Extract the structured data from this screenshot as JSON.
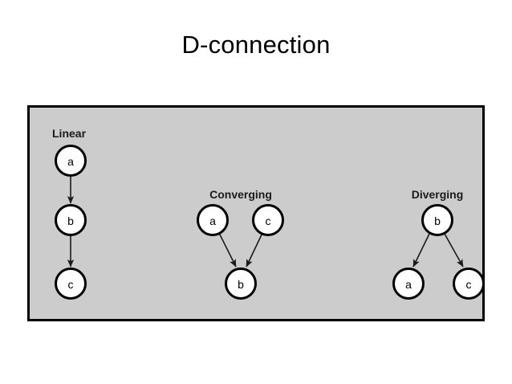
{
  "slide": {
    "title": "D-connection",
    "background_color": "#ffffff"
  },
  "panel": {
    "background_color": "#cccccc",
    "border_color": "#000000",
    "node_fill_color": "#ffffff",
    "node_stroke_color": "#000000",
    "edge_color": "#1a1a1a"
  },
  "diagram": {
    "type": "graph",
    "groups": [
      {
        "name": "linear",
        "label": "Linear",
        "nodes": [
          {
            "id": "lin-a",
            "label": "a"
          },
          {
            "id": "lin-b",
            "label": "b"
          },
          {
            "id": "lin-c",
            "label": "c"
          }
        ],
        "edges": [
          {
            "from": "a",
            "to": "b"
          },
          {
            "from": "b",
            "to": "c"
          }
        ]
      },
      {
        "name": "converging",
        "label": "Converging",
        "nodes": [
          {
            "id": "conv-a",
            "label": "a"
          },
          {
            "id": "conv-c",
            "label": "c"
          },
          {
            "id": "conv-b",
            "label": "b"
          }
        ],
        "edges": [
          {
            "from": "a",
            "to": "b"
          },
          {
            "from": "c",
            "to": "b"
          }
        ]
      },
      {
        "name": "diverging",
        "label": "Diverging",
        "nodes": [
          {
            "id": "div-b",
            "label": "b"
          },
          {
            "id": "div-a",
            "label": "a"
          },
          {
            "id": "div-c",
            "label": "c"
          }
        ],
        "edges": [
          {
            "from": "b",
            "to": "a"
          },
          {
            "from": "b",
            "to": "c"
          }
        ]
      }
    ]
  }
}
